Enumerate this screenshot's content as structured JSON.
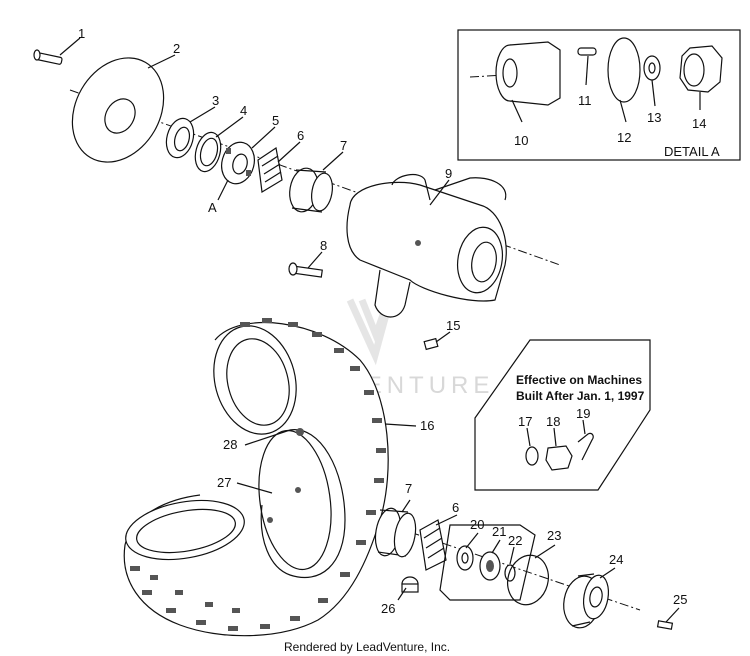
{
  "callouts": {
    "c1": "1",
    "c2": "2",
    "c3": "3",
    "c4": "4",
    "c5": "5",
    "c6": "6",
    "c7": "7",
    "cA": "A",
    "c8": "8",
    "c9": "9",
    "c10": "10",
    "c11": "11",
    "c12": "12",
    "c13": "13",
    "c14": "14",
    "c15": "15",
    "c16": "16",
    "c17": "17",
    "c18": "18",
    "c19": "19",
    "c20": "20",
    "c21": "21",
    "c22": "22",
    "c23": "23",
    "c24": "24",
    "c25": "25",
    "c26": "26",
    "c27": "27",
    "c28": "28"
  },
  "detail_a": {
    "label": "DETAIL A"
  },
  "effective_note": {
    "line1": "Effective on Machines",
    "line2": "Built After Jan. 1, 1997"
  },
  "watermark": {
    "text": "LEADVENTURE"
  },
  "footer": {
    "credit": "Rendered by LeadVenture, Inc."
  }
}
